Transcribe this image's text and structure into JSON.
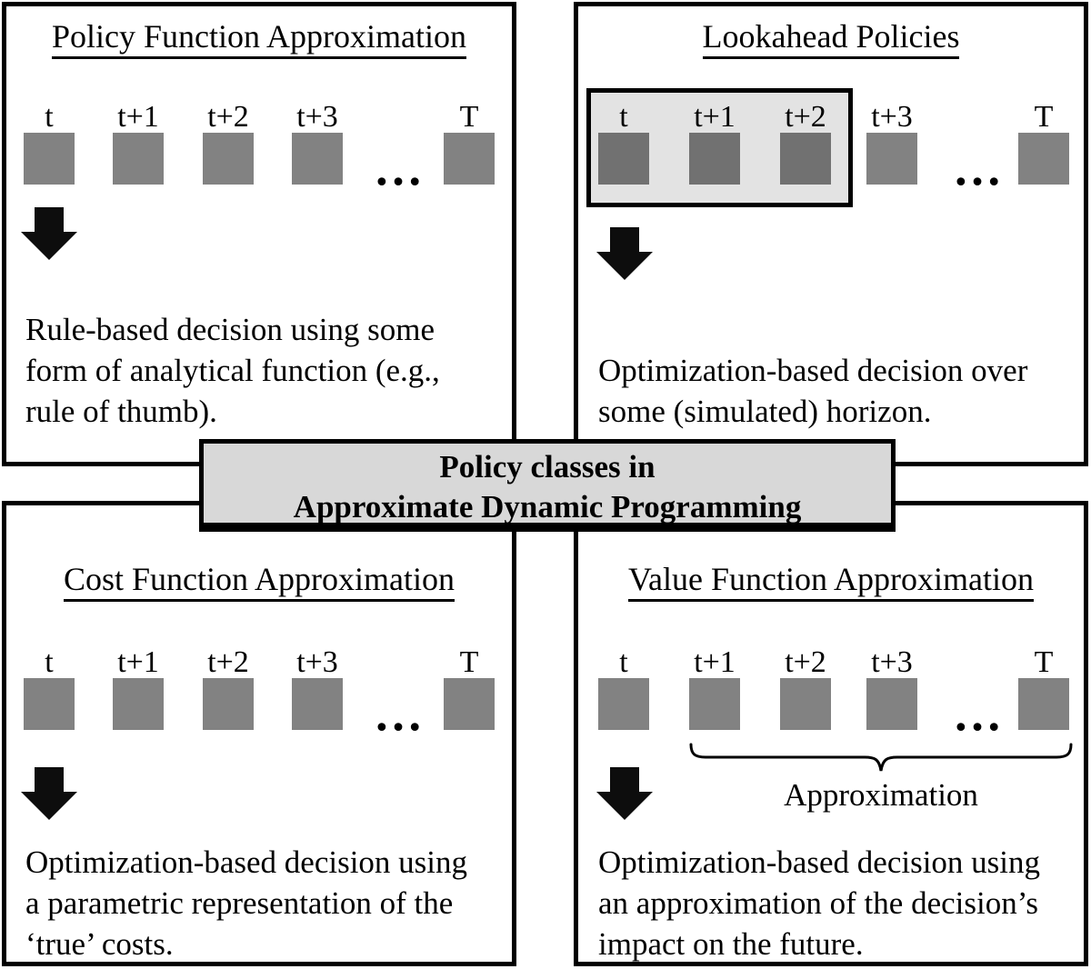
{
  "figure": {
    "center_label": {
      "lines": [
        "Policy classes in",
        "Approximate Dynamic Programming"
      ]
    },
    "timeline": {
      "labels": [
        "t",
        "t+1",
        "t+2",
        "t+3",
        "T"
      ],
      "ellipsis": "…"
    },
    "quadrants": {
      "top_left": {
        "title": "Policy Function Approximation",
        "lines": [
          "Rule-based decision using some",
          "form of analytical function (e.g.,",
          "rule of thumb)."
        ]
      },
      "top_right": {
        "title": "Lookahead Policies",
        "lines": [
          "Optimization-based decision over",
          "some (simulated) horizon."
        ],
        "highlighted_steps": [
          "t",
          "t+1",
          "t+2"
        ]
      },
      "bottom_left": {
        "title": "Cost Function Approximation",
        "lines": [
          "Optimization-based decision using",
          "a parametric representation of the",
          "‘true’ costs."
        ]
      },
      "bottom_right": {
        "title": "Value Function Approximation",
        "lines": [
          "Optimization-based decision using",
          "an approximation of the decision’s",
          "impact on the future."
        ],
        "brace_label": "Approximation"
      }
    },
    "colors": {
      "square": "#828282",
      "square_highlighted": "#717171",
      "highlight_box_fill": "#e3e3e3",
      "center_box_fill": "#d8d8d8",
      "border": "#000000"
    }
  }
}
